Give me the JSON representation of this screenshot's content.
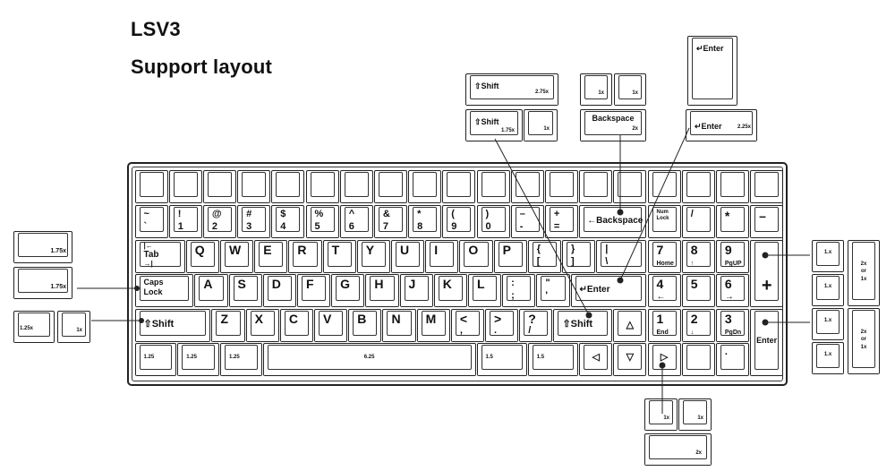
{
  "titles": {
    "line1": "LSV3",
    "line2": "Support layout"
  },
  "rows": {
    "fn_row_count": 19,
    "number_row": [
      {
        "top": "~",
        "bottom": "`"
      },
      {
        "top": "!",
        "bottom": "1"
      },
      {
        "top": "@",
        "bottom": "2"
      },
      {
        "top": "#",
        "bottom": "3"
      },
      {
        "top": "$",
        "bottom": "4"
      },
      {
        "top": "%",
        "bottom": "5"
      },
      {
        "top": "^",
        "bottom": "6"
      },
      {
        "top": "&",
        "bottom": "7"
      },
      {
        "top": "*",
        "bottom": "8"
      },
      {
        "top": "(",
        "bottom": "9"
      },
      {
        "top": ")",
        "bottom": "0"
      },
      {
        "top": "–",
        "bottom": "-"
      },
      {
        "top": "+",
        "bottom": "="
      }
    ],
    "backspace": "←Backspace",
    "numlock": {
      "top": "Num",
      "bottom": "Lock"
    },
    "num_slash": "/",
    "num_star": "*",
    "num_minus": "–",
    "tab": {
      "top": "|←",
      "mid": "Tab",
      "bottom": "→|"
    },
    "qwerty": [
      "Q",
      "W",
      "E",
      "R",
      "T",
      "Y",
      "U",
      "I",
      "O",
      "P"
    ],
    "brackets": [
      {
        "top": "{",
        "bottom": "["
      },
      {
        "top": "}",
        "bottom": "]"
      }
    ],
    "pipe": {
      "top": "|",
      "bottom": "\\"
    },
    "num7": {
      "top": "7",
      "bottom": "Home"
    },
    "num8": {
      "top": "8",
      "bottom": "↑"
    },
    "num9": {
      "top": "9",
      "bottom": "PgUP"
    },
    "num_plus": "+",
    "caps": {
      "top": "Caps",
      "bottom": "Lock"
    },
    "home_row": [
      "A",
      "S",
      "D",
      "F",
      "G",
      "H",
      "J",
      "K",
      "L"
    ],
    "semicolon": {
      "top": ":",
      "bottom": ";"
    },
    "quote": {
      "top": "\"",
      "bottom": "'"
    },
    "enter": "↵Enter",
    "num4": {
      "top": "4",
      "bottom": "←"
    },
    "num5": {
      "top": "5",
      "bottom": ""
    },
    "num6": {
      "top": "6",
      "bottom": "→"
    },
    "lshift": "⇧Shift",
    "bottom_letters": [
      "Z",
      "X",
      "C",
      "V",
      "B",
      "N",
      "M"
    ],
    "comma": {
      "top": "<",
      "bottom": ","
    },
    "period": {
      "top": ">",
      "bottom": "."
    },
    "slash": {
      "top": "?",
      "bottom": "/"
    },
    "rshift": "⇧Shift",
    "up": "△",
    "num1": {
      "top": "1",
      "bottom": "End"
    },
    "num2": {
      "top": "2",
      "bottom": "↓"
    },
    "num3": {
      "top": "3",
      "bottom": "PgDn"
    },
    "num_enter": "Enter",
    "mods": [
      "1.25",
      "1.25",
      "1.25"
    ],
    "space": "6.25",
    "ralt": "1.5",
    "rctrl": "1.5",
    "left": "◁",
    "down": "▽",
    "right": "▷",
    "num0": "",
    "num_dot": "."
  },
  "alternates": {
    "shift_275": {
      "label": "⇧Shift",
      "size": "2.75x"
    },
    "shift_175": {
      "label": "⇧Shift",
      "size": "1.75x"
    },
    "shift_1x": "1x",
    "bs_split": [
      "1x",
      "1x"
    ],
    "backspace_2x": {
      "label": "Backspace",
      "size": "2x"
    },
    "iso_enter": "↵Enter",
    "enter_225": {
      "label": "↵Enter",
      "size": "2.25x"
    },
    "caps_175": "1.75x",
    "caps_stepped": "1.75x",
    "lshift_125": "1.25x",
    "lshift_1x": "1x",
    "numpad_right": [
      "1.x",
      "1.x",
      "1.x",
      "1.x"
    ],
    "numpad_tall": [
      "2x\nor\n1x",
      "2x\nor\n1x"
    ],
    "num0_split": [
      "1x",
      "1x"
    ],
    "num0_2x": "2x"
  }
}
